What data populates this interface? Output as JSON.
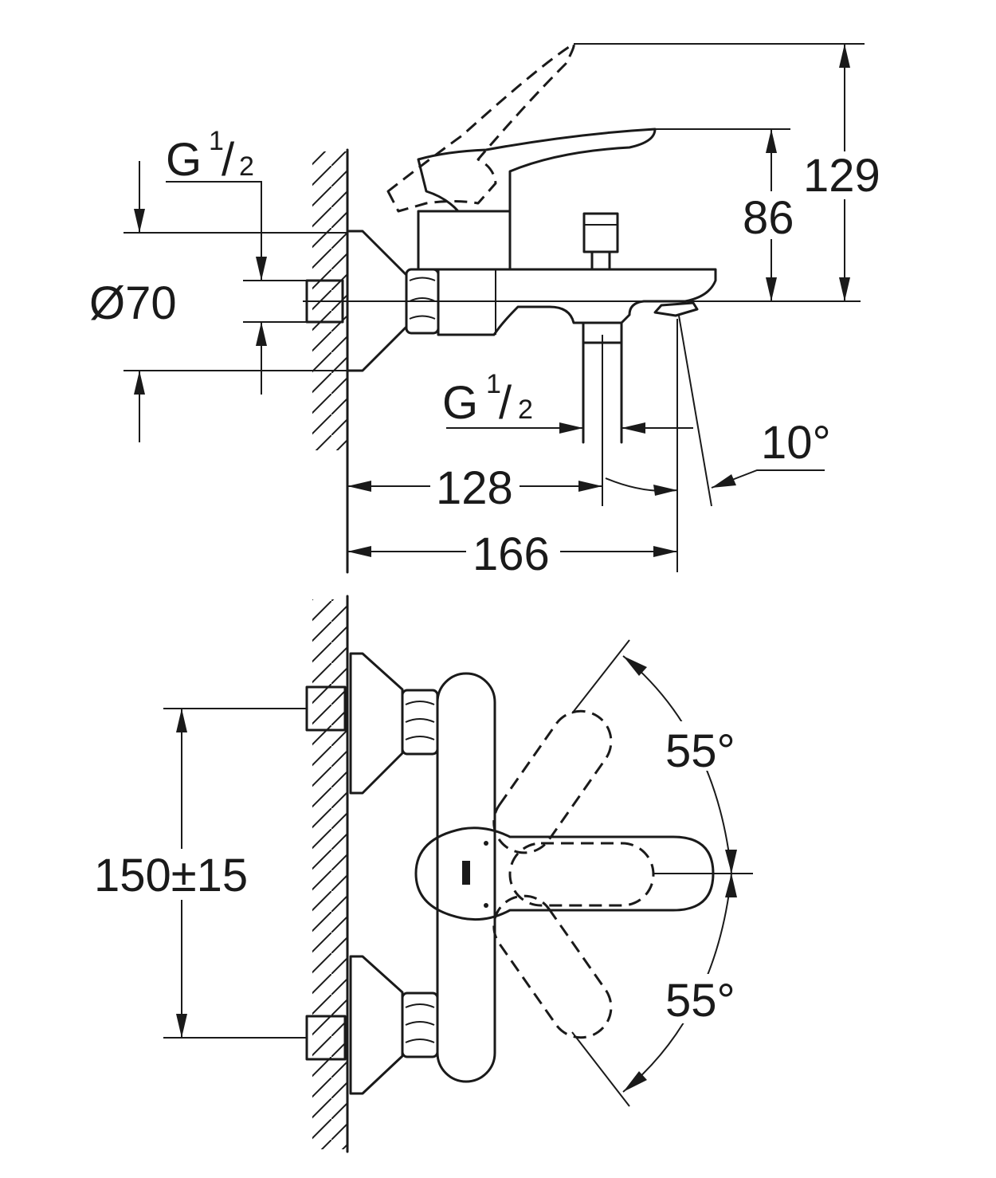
{
  "side_view": {
    "thread_top": {
      "letter": "G",
      "num": "1",
      "den": "2"
    },
    "diameter": "Ø70",
    "height_total": "129",
    "height_lever": "86",
    "thread_bottom": {
      "letter": "G",
      "num": "1",
      "den": "2"
    },
    "angle_spout": "10°",
    "depth_outlet": "128",
    "depth_spout": "166"
  },
  "top_view": {
    "centers": "150±15",
    "angle_upper": "55°",
    "angle_lower": "55°"
  }
}
